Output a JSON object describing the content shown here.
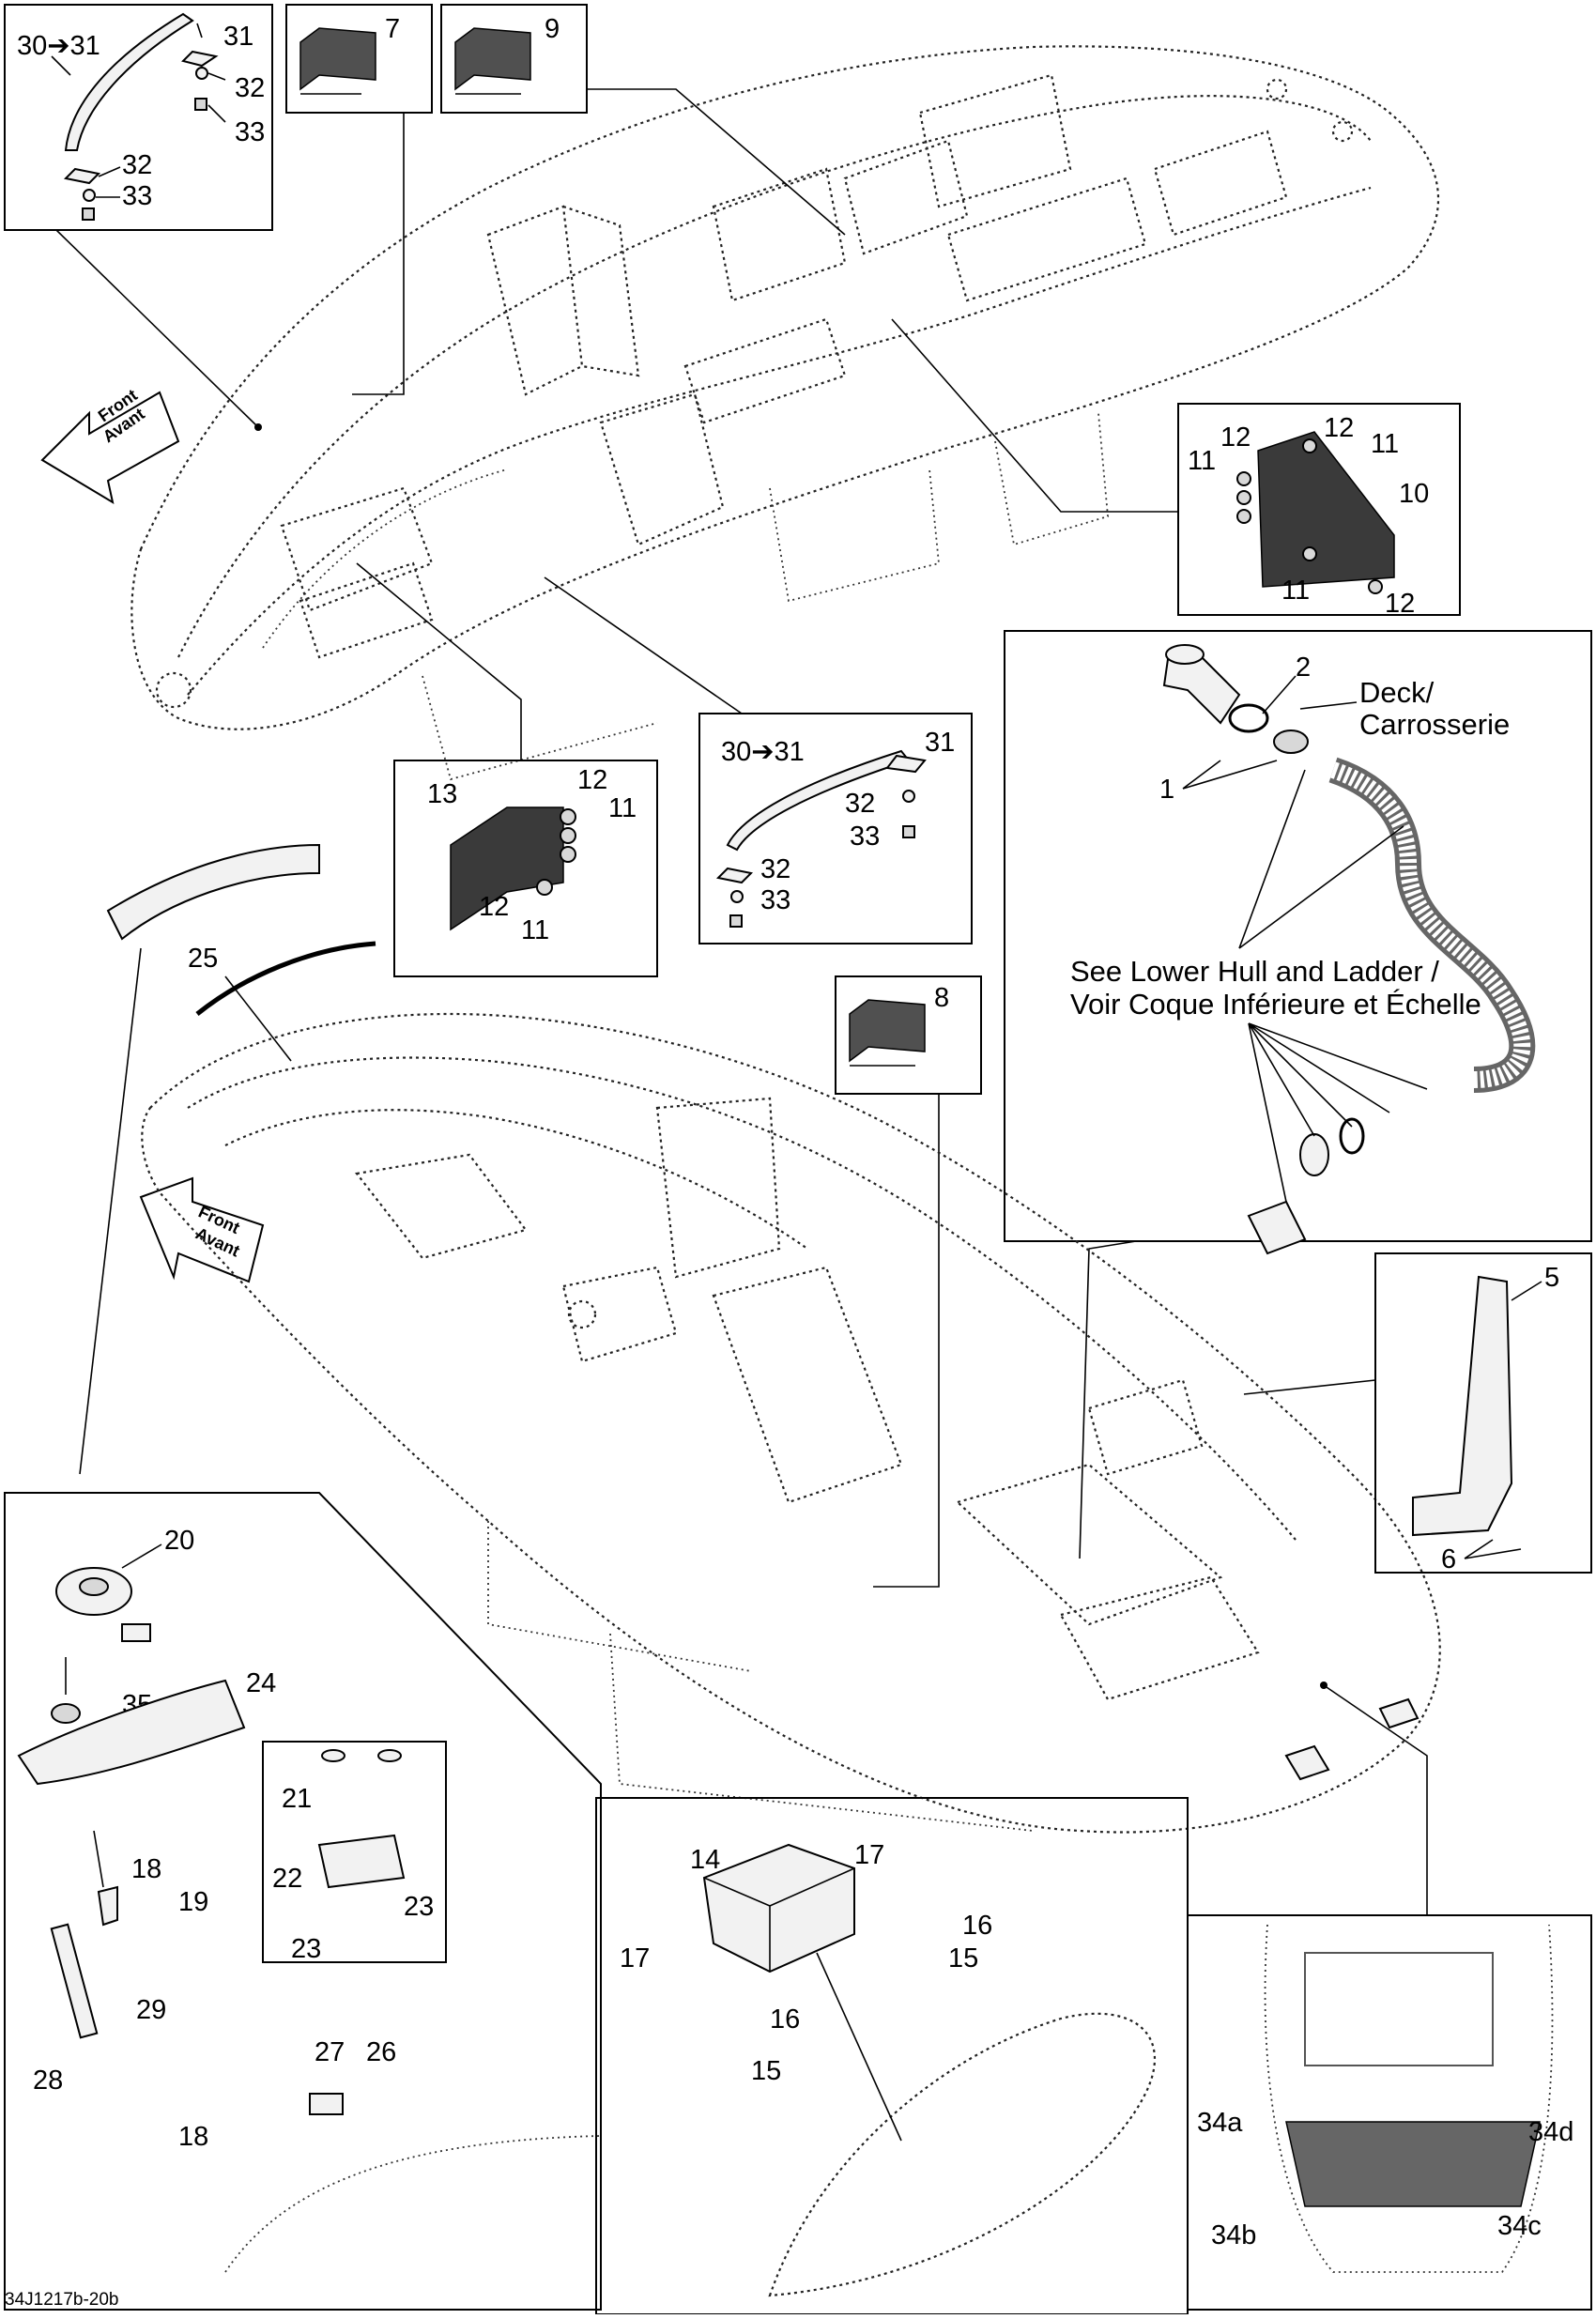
{
  "diagram": {
    "code": "34J1217b-20b",
    "direction_label": {
      "line1": "Front",
      "line2": "Avant"
    },
    "deck_note": {
      "line1": "Deck/",
      "line2": "Carrosserie"
    },
    "hull_note": {
      "line1": "See Lower Hull and Ladder /",
      "line2": "Voir Coque Inférieure et Échelle"
    },
    "callouts": {
      "c30_31": "30➔31",
      "c31": "31",
      "c32": "32",
      "c33": "33",
      "c7": "7",
      "c9": "9",
      "c8": "8",
      "c10": "10",
      "c11": "11",
      "c12": "12",
      "c13": "13",
      "c1": "1",
      "c2": "2",
      "c5": "5",
      "c6": "6",
      "c14": "14",
      "c15": "15",
      "c16": "16",
      "c17": "17",
      "c18": "18",
      "c19": "19",
      "c20": "20",
      "c21": "21",
      "c22": "22",
      "c23": "23",
      "c24": "24",
      "c25": "25",
      "c26": "26",
      "c27": "27",
      "c28": "28",
      "c29": "29",
      "c34a": "34a",
      "c34b": "34b",
      "c34c": "34c",
      "c34d": "34d",
      "c35": "35"
    }
  }
}
